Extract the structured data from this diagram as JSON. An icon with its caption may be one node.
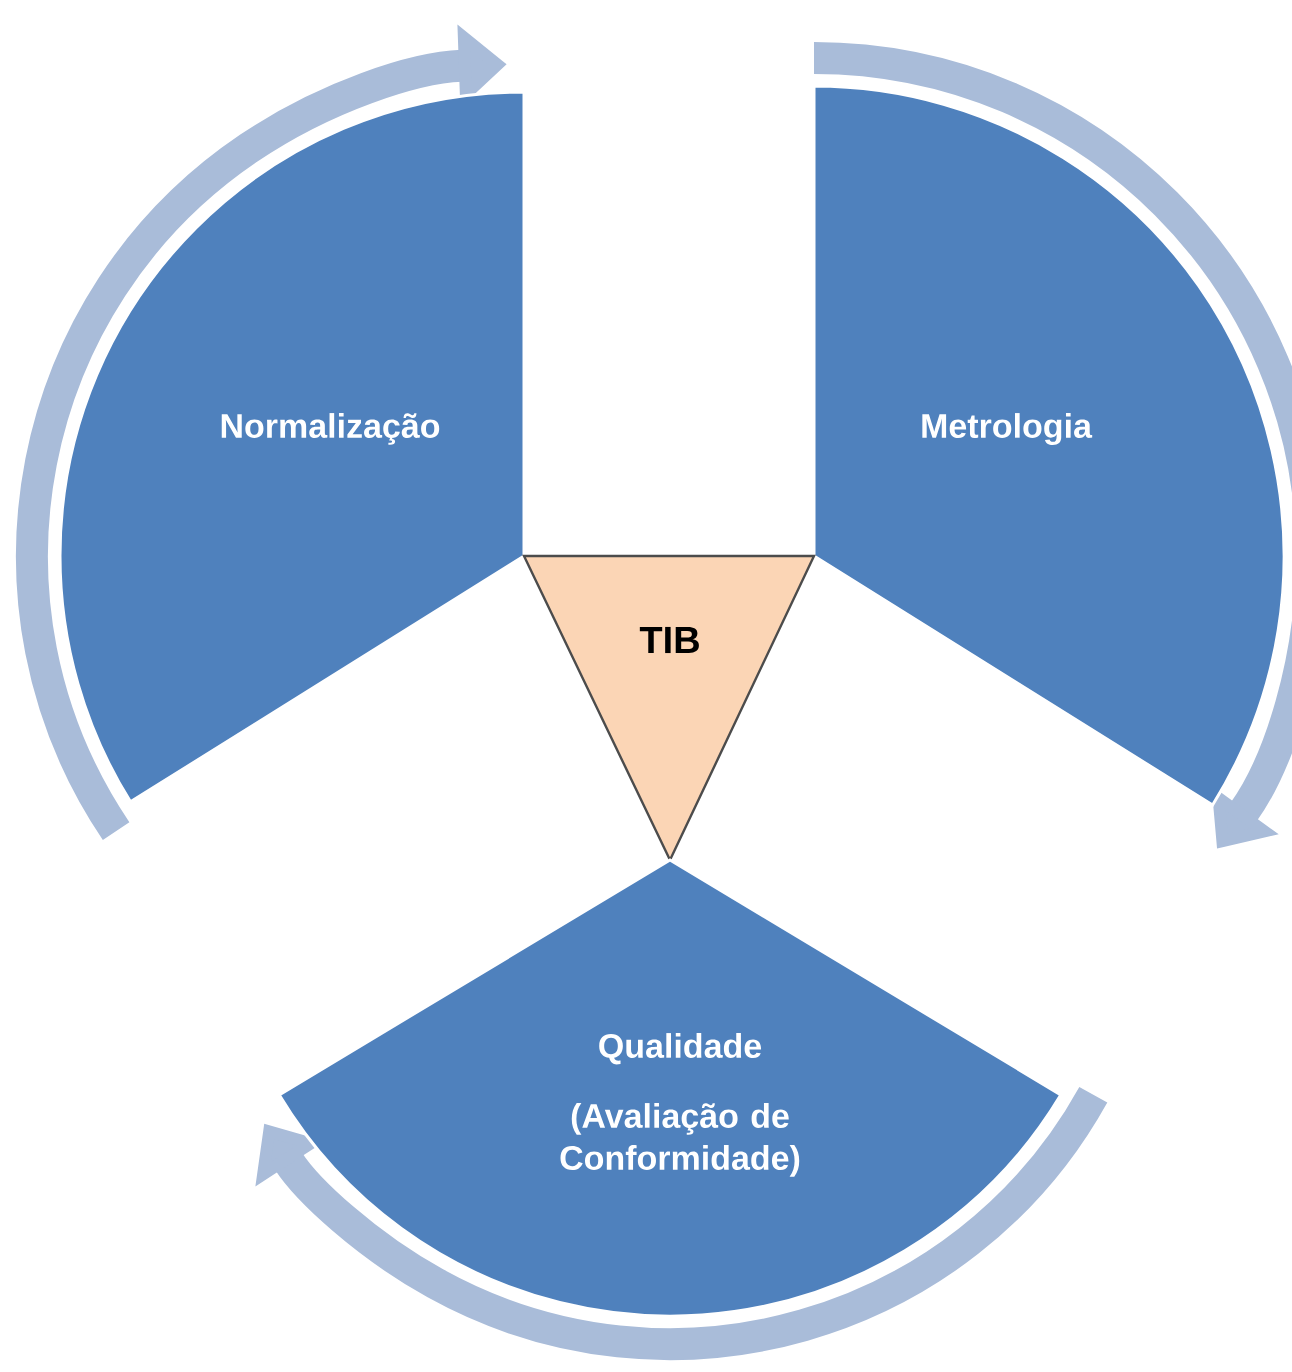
{
  "diagram": {
    "nodes": [
      {
        "text": [
          "Normalização"
        ]
      },
      {
        "text": [
          "Metrologia"
        ]
      },
      {
        "text": [
          "TIB"
        ]
      },
      {
        "text": [
          "Qualidade",
          "(Avaliação de Conformidade)"
        ]
      }
    ]
  }
}
